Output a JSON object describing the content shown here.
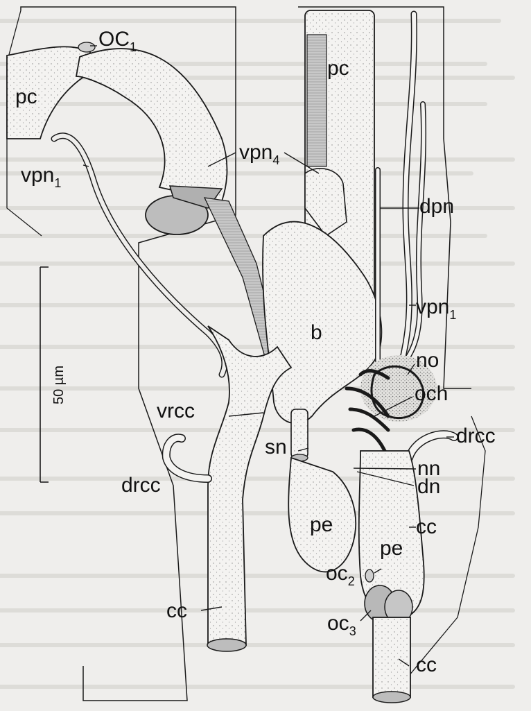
{
  "figure": {
    "labels": {
      "oc1": "OC",
      "oc1_sub": "1",
      "pc_left": "pc",
      "pc_right": "pc",
      "vpn1_left": "vpn",
      "vpn1_left_sub": "1",
      "vpn4": "vpn",
      "vpn4_sub": "4",
      "dpn": "dpn",
      "vpn1_right": "vpn",
      "vpn1_right_sub": "1",
      "b": "b",
      "no": "no",
      "och": "och",
      "drcc_right": "drcc",
      "vrcc": "vrcc",
      "drcc_left": "drcc",
      "sn": "sn",
      "nn": "nn",
      "dn": "dn",
      "cc_right_upper": "cc",
      "pe_center": "pe",
      "pe_right": "pe",
      "oc2": "oc",
      "oc2_sub": "2",
      "oc3": "oc",
      "oc3_sub": "3",
      "cc_left": "cc",
      "cc_right_lower": "cc"
    },
    "scale_bar": {
      "label": "50 µm"
    },
    "colors": {
      "background": "#efeeec",
      "tissue_fill": "#f4f3f1",
      "stipple": "#8a8a8a",
      "outline": "#1a1a1a",
      "hatched_fill": "#bdbdbd",
      "cut_fill": "#b8b8b8",
      "organ_shade": "#cfcfcf"
    }
  }
}
